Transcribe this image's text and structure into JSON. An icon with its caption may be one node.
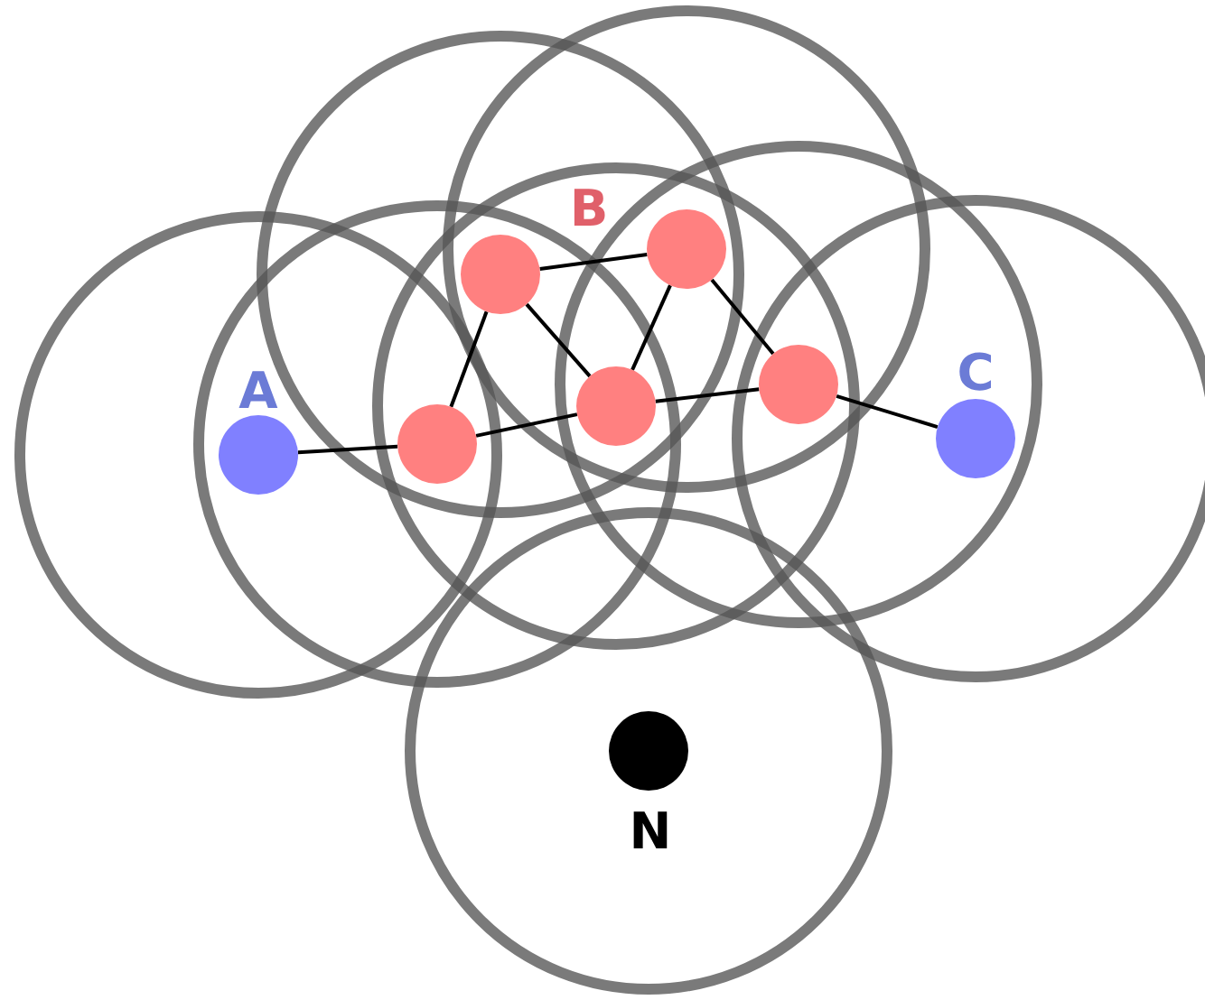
{
  "diagram": {
    "nodes": [
      {
        "text": [],
        "shape": "circle",
        "beside": [
          "A"
        ]
      },
      {
        "text": [],
        "shape": "circle"
      },
      {
        "text": [],
        "shape": "circle"
      },
      {
        "text": [],
        "shape": "circle"
      },
      {
        "text": [],
        "shape": "circle"
      },
      {
        "text": [],
        "shape": "circle"
      },
      {
        "text": [],
        "shape": "circle",
        "beside": [
          "C"
        ]
      },
      {
        "text": [],
        "shape": "circle",
        "beside": [
          "N"
        ]
      }
    ],
    "edges": [
      {
        "from": 0,
        "to": 1,
        "arrow": "none"
      },
      {
        "from": 1,
        "to": 2,
        "arrow": "none"
      },
      {
        "from": 1,
        "to": 4,
        "arrow": "none"
      },
      {
        "from": 2,
        "to": 3,
        "arrow": "none"
      },
      {
        "from": 2,
        "to": 4,
        "arrow": "none"
      },
      {
        "from": 3,
        "to": 4,
        "arrow": "none"
      },
      {
        "from": 3,
        "to": 5,
        "arrow": "none"
      },
      {
        "from": 4,
        "to": 5,
        "arrow": "none"
      },
      {
        "from": 5,
        "to": 6,
        "arrow": "none"
      }
    ],
    "labels": [
      "B"
    ]
  }
}
